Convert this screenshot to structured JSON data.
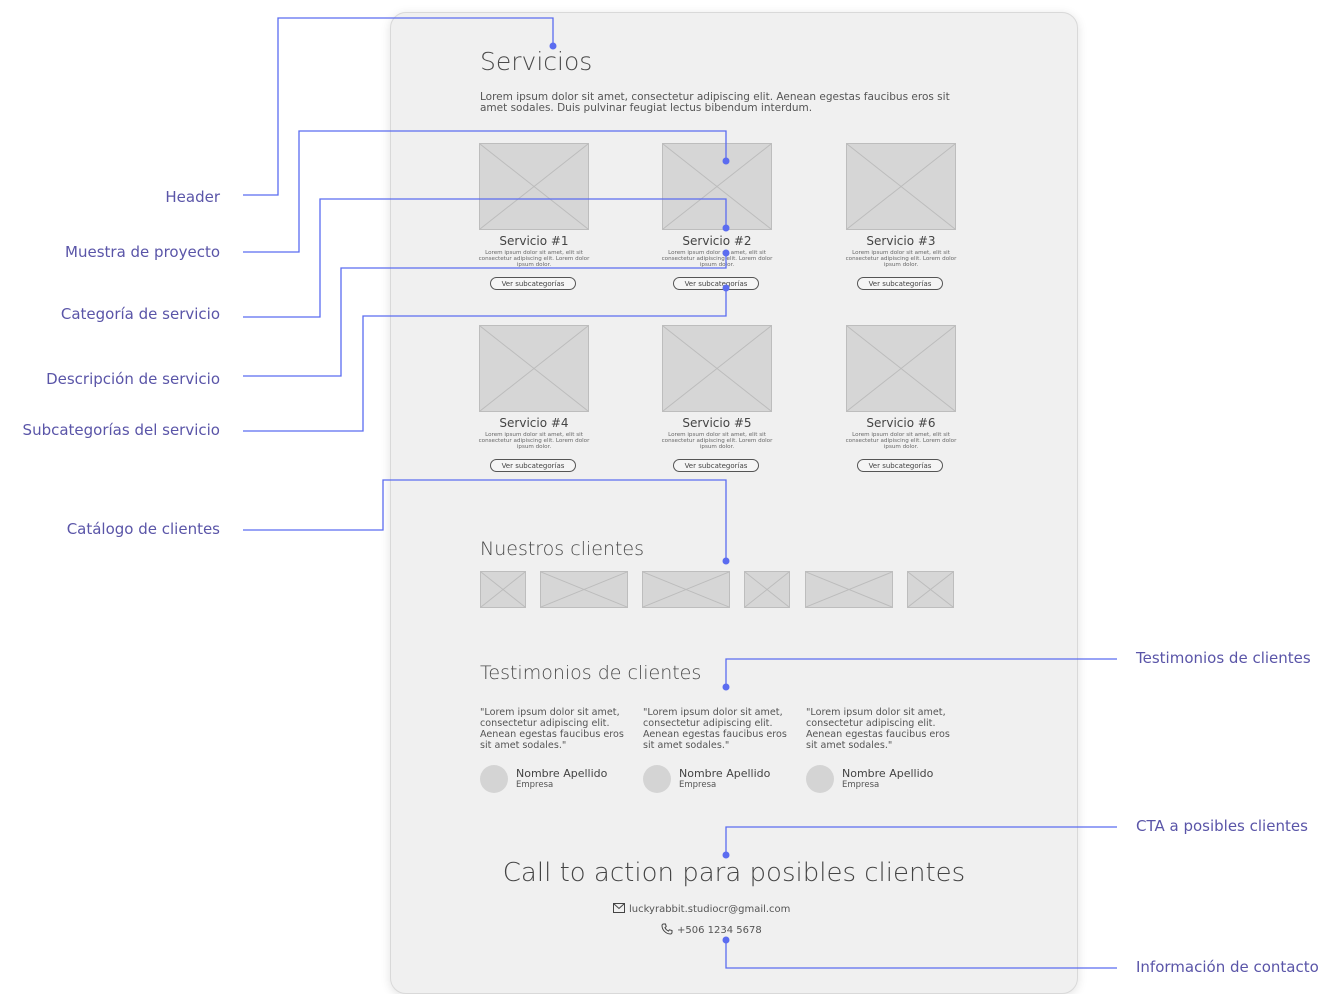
{
  "page": {
    "title": "Servicios",
    "intro": "Lorem ipsum dolor sit amet, consectetur adipiscing elit. Aenean egestas faucibus eros sit amet sodales. Duis pulvinar feugiat lectus bibendum interdum."
  },
  "services": [
    {
      "title": "Servicio #1",
      "desc": "Lorem ipsum dolor sit amet, elit sit consectetur adipiscing elit. Lorem dolor ipsum dolor.",
      "button": "Ver subcategorías"
    },
    {
      "title": "Servicio #2",
      "desc": "Lorem ipsum dolor sit amet, elit sit consectetur adipiscing elit. Lorem dolor ipsum dolor.",
      "button": "Ver subcategorías"
    },
    {
      "title": "Servicio #3",
      "desc": "Lorem ipsum dolor sit amet, elit sit consectetur adipiscing elit. Lorem dolor ipsum dolor.",
      "button": "Ver subcategorías"
    },
    {
      "title": "Servicio #4",
      "desc": "Lorem ipsum dolor sit amet, elit sit consectetur adipiscing elit. Lorem dolor ipsum dolor.",
      "button": "Ver subcategorías"
    },
    {
      "title": "Servicio #5",
      "desc": "Lorem ipsum dolor sit amet, elit sit consectetur adipiscing elit. Lorem dolor ipsum dolor.",
      "button": "Ver subcategorías"
    },
    {
      "title": "Servicio #6",
      "desc": "Lorem ipsum dolor sit amet, elit sit consectetur adipiscing elit. Lorem dolor ipsum dolor.",
      "button": "Ver subcategorías"
    }
  ],
  "clients": {
    "title": "Nuestros clientes"
  },
  "testimonials": {
    "title": "Testimonios de clientes",
    "items": [
      {
        "quote": "\"Lorem ipsum dolor sit amet, consectetur adipiscing elit. Aenean egestas faucibus eros sit amet sodales.\"",
        "name": "Nombre Apellido",
        "company": "Empresa"
      },
      {
        "quote": "\"Lorem ipsum dolor sit amet, consectetur adipiscing elit. Aenean egestas faucibus eros sit amet sodales.\"",
        "name": "Nombre Apellido",
        "company": "Empresa"
      },
      {
        "quote": "\"Lorem ipsum dolor sit amet, consectetur adipiscing elit. Aenean egestas faucibus eros sit amet sodales.\"",
        "name": "Nombre Apellido",
        "company": "Empresa"
      }
    ]
  },
  "cta": {
    "title": "Call to action para posibles clientes"
  },
  "contact": {
    "email": "luckyrabbit.studiocr@gmail.com",
    "phone": "+506 1234 5678",
    "email_icon": "mail-icon",
    "phone_icon": "phone-icon"
  },
  "annotations": {
    "header": "Header",
    "project_sample": "Muestra de proyecto",
    "service_category": "Categoría de servicio",
    "service_description": "Descripción de servicio",
    "service_subcategories": "Subcategorías del servicio",
    "client_catalog": "Catálogo de clientes",
    "testimonials": "Testimonios de clientes",
    "cta": "CTA a posibles clientes",
    "contact_info": "Información de contacto"
  },
  "colors": {
    "annotation": "#5a55a8",
    "connector": "#5b6cf0",
    "placeholder": "#d6d6d6"
  }
}
